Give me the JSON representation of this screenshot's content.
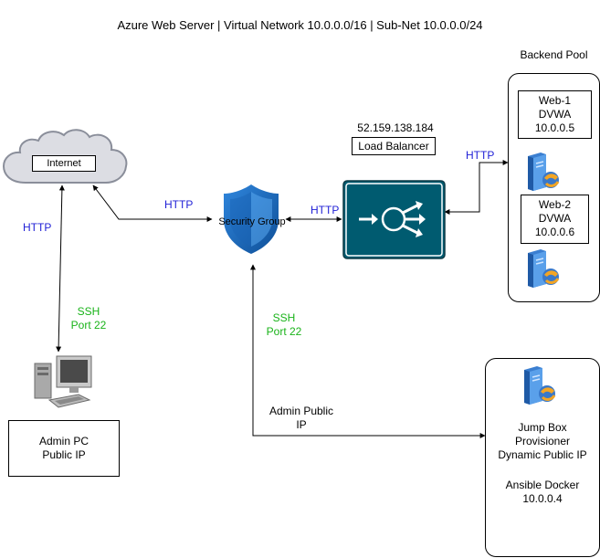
{
  "title": "Azure Web Server  |  Virtual Network 10.0.0.0/16  |  Sub-Net 10.0.0.0/24",
  "internet": {
    "label": "Internet"
  },
  "security_group": {
    "label": "Security Group"
  },
  "load_balancer": {
    "ip": "52.159.138.184",
    "label": "Load Balancer"
  },
  "backend_pool": {
    "label": "Backend Pool",
    "servers": [
      {
        "name": "Web-1",
        "app": "DVWA",
        "ip": "10.0.0.5"
      },
      {
        "name": "Web-2",
        "app": "DVWA",
        "ip": "10.0.0.6"
      }
    ]
  },
  "admin_pc": {
    "line1": "Admin PC",
    "line2": "Public IP"
  },
  "jump_box": {
    "line1": "Jump Box",
    "line2": "Provisioner",
    "line3": "Dynamic Public IP",
    "line4": "Ansible Docker",
    "line5": "10.0.0.4"
  },
  "edges": {
    "http_label": "HTTP",
    "ssh_label": "SSH",
    "port_label": "Port 22",
    "admin_public_ip_line1": "Admin Public",
    "admin_public_ip_line2": "IP"
  },
  "colors": {
    "http": "#1f1fd6",
    "ssh": "#19b319",
    "lb_fill": "#005b70",
    "shield": "#1e6fc4"
  }
}
